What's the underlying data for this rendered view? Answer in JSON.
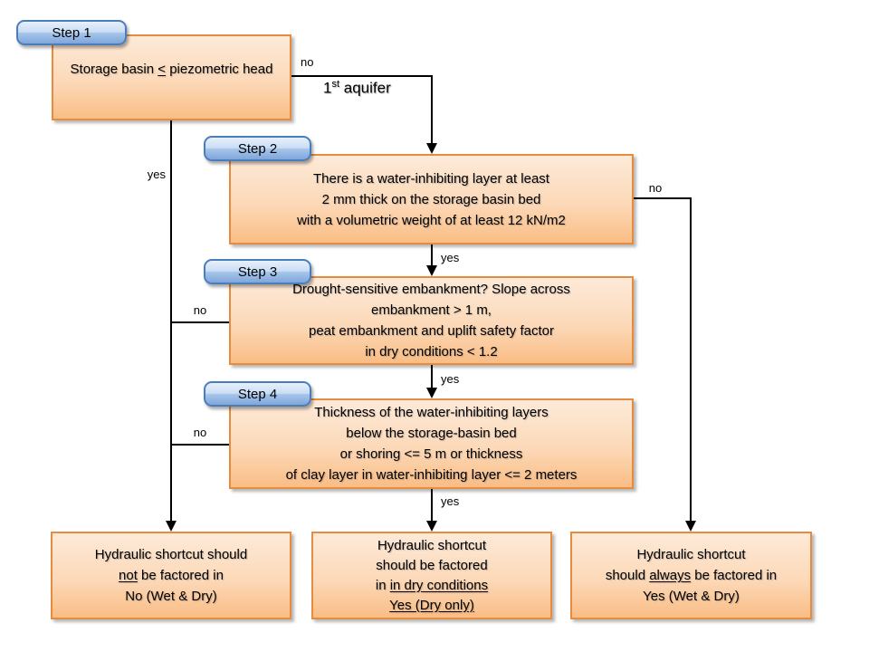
{
  "badges": [
    {
      "label": "Step 1"
    },
    {
      "label": "Step 2"
    },
    {
      "label": "Step 3"
    },
    {
      "label": "Step 4"
    }
  ],
  "boxes": {
    "step1": {
      "pre": "Storage basin ",
      "symbol_underlined": "<",
      "post": " piezometric head"
    },
    "step2": {
      "lines": [
        "There is a water-inhibiting layer at least",
        "2 mm thick on the storage basin bed",
        "with a volumetric weight of at least 12 kN/m2"
      ]
    },
    "step3": {
      "lines": [
        "Drought-sensitive embankment? Slope across",
        "embankment > 1 m,",
        "peat embankment and uplift safety factor",
        "in dry conditions < 1.2"
      ]
    },
    "step4": {
      "lines": [
        "Thickness of the water-inhibiting layers",
        "below the storage-basin bed",
        "or shoring <= 5 m or thickness",
        "of clay layer in water-inhibiting layer <= 2 meters"
      ]
    }
  },
  "outcomes": {
    "left": {
      "line1": "Hydraulic shortcut should",
      "line2_underlined": "not",
      "line2_rest": " be factored in",
      "line3": "No (Wet & Dry)"
    },
    "middle": {
      "line1": "Hydraulic shortcut",
      "line2": "should be factored",
      "line3_pre": "in ",
      "line3_underlined": "in dry conditions",
      "line4_underlined": "Yes (Dry only)"
    },
    "right": {
      "line1": "Hydraulic shortcut",
      "line2_pre": "should ",
      "line2_underlined": "always",
      "line2_post": " be factored in",
      "line3": "Yes (Wet & Dry)"
    }
  },
  "edges": {
    "step1_no": "no",
    "aquifer_num": "1",
    "aquifer_sup": "st",
    "aquifer_rest": " aquifer",
    "step1_yes": "yes",
    "step2_yes": "yes",
    "step2_no": "no",
    "step3_yes": "yes",
    "step3_no": "no",
    "step4_yes": "yes",
    "step4_no": "no"
  },
  "colors": {
    "process_box_border": "#e78b3f",
    "process_box_fill_top": "#fdead9",
    "process_box_fill_bottom": "#fabd85",
    "step_badge_border": "#4a7ebb",
    "step_badge_fill_top": "#e7f0fb",
    "step_badge_fill_bottom": "#7fa6db",
    "connector": "#000000",
    "text": "#000000"
  }
}
